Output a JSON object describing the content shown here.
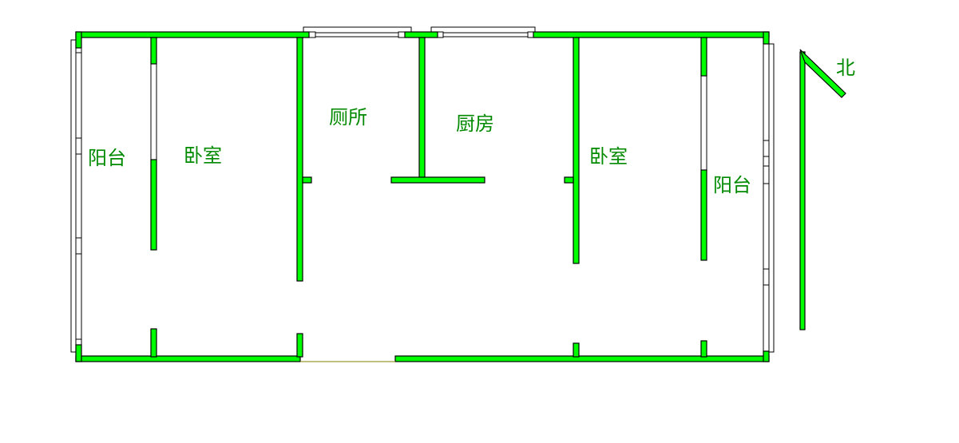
{
  "rooms": {
    "balcony_west": "阳台",
    "bedroom_west": "卧室",
    "toilet": "厕所",
    "kitchen": "厨房",
    "bedroom_east": "卧室",
    "balcony_east": "阳台"
  },
  "compass": {
    "label": "北"
  },
  "colors": {
    "wall": "#00ff00",
    "text": "#008a00",
    "outline": "#000000"
  }
}
